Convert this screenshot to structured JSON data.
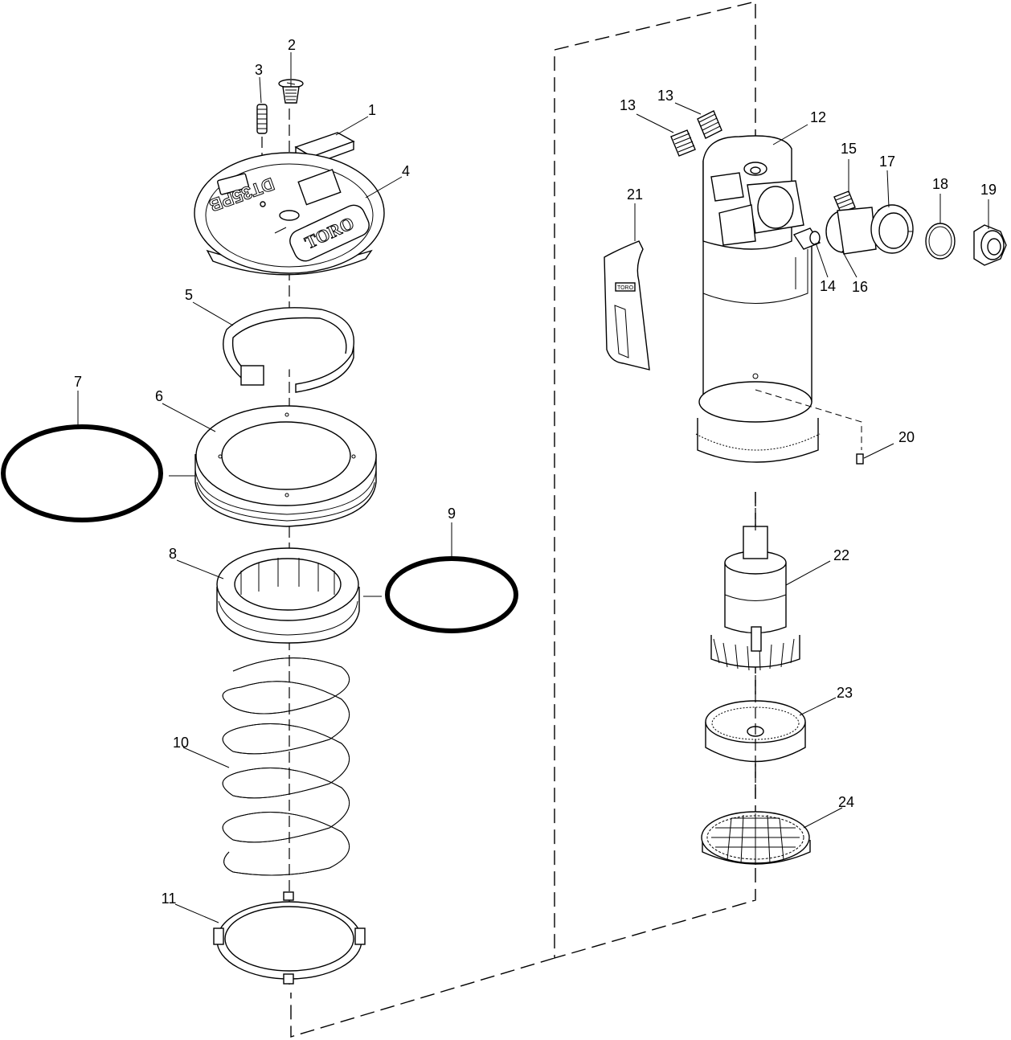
{
  "diagram": {
    "callouts": [
      {
        "id": "1",
        "label": "1"
      },
      {
        "id": "2",
        "label": "2"
      },
      {
        "id": "3",
        "label": "3"
      },
      {
        "id": "4",
        "label": "4"
      },
      {
        "id": "5",
        "label": "5"
      },
      {
        "id": "6",
        "label": "6"
      },
      {
        "id": "7",
        "label": "7"
      },
      {
        "id": "8",
        "label": "8"
      },
      {
        "id": "9",
        "label": "9"
      },
      {
        "id": "10",
        "label": "10"
      },
      {
        "id": "11",
        "label": "11"
      },
      {
        "id": "12",
        "label": "12"
      },
      {
        "id": "13a",
        "label": "13"
      },
      {
        "id": "13b",
        "label": "13"
      },
      {
        "id": "14",
        "label": "14"
      },
      {
        "id": "15",
        "label": "15"
      },
      {
        "id": "16",
        "label": "16"
      },
      {
        "id": "17",
        "label": "17"
      },
      {
        "id": "18",
        "label": "18"
      },
      {
        "id": "19",
        "label": "19"
      },
      {
        "id": "20",
        "label": "20"
      },
      {
        "id": "21",
        "label": "21"
      },
      {
        "id": "22",
        "label": "22"
      },
      {
        "id": "23",
        "label": "23"
      },
      {
        "id": "24",
        "label": "24"
      }
    ],
    "cover_brand": "TORO",
    "cover_model": "DT35PB",
    "sleeve_tag": "TORO"
  }
}
